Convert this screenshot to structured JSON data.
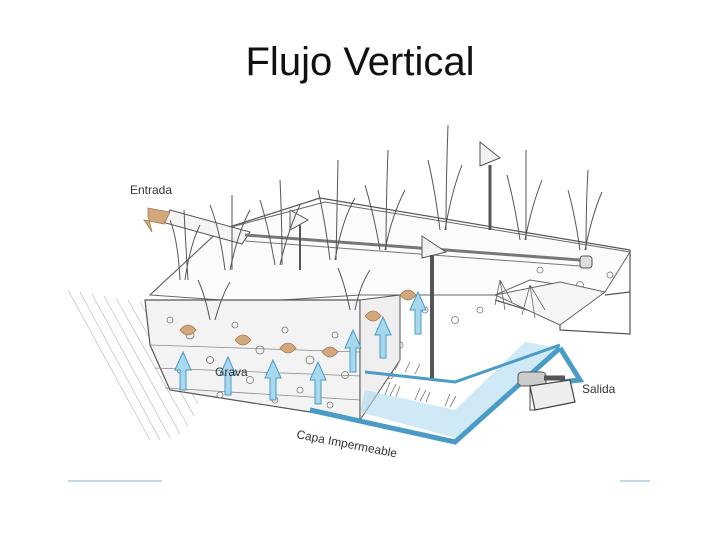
{
  "slide": {
    "title": "Flujo Vertical"
  },
  "diagram": {
    "labels": {
      "inlet": "Entrada",
      "gravel": "Grava",
      "outlet": "Salida",
      "liner": "Capa Impermeable"
    },
    "colors": {
      "water": "#a8d8ee",
      "water_stroke": "#4a9cc6",
      "arrow_brown": "#d2a77e",
      "line": "#555555",
      "vent_fill": "#f2f2f2"
    }
  }
}
